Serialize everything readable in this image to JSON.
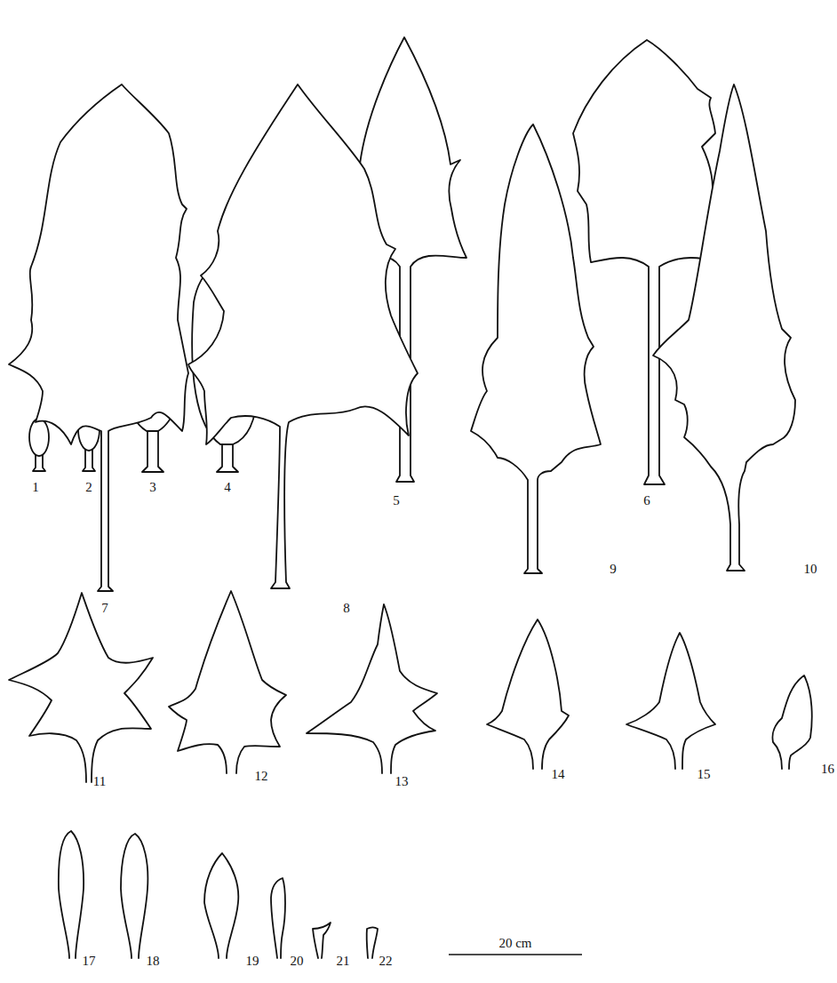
{
  "diagram": {
    "labels": [
      "1",
      "2",
      "3",
      "4",
      "5",
      "6",
      "7",
      "8",
      "9",
      "10",
      "11",
      "12",
      "13",
      "14",
      "15",
      "16",
      "17",
      "18",
      "19",
      "20",
      "21",
      "22",
      "20 cm"
    ]
  }
}
